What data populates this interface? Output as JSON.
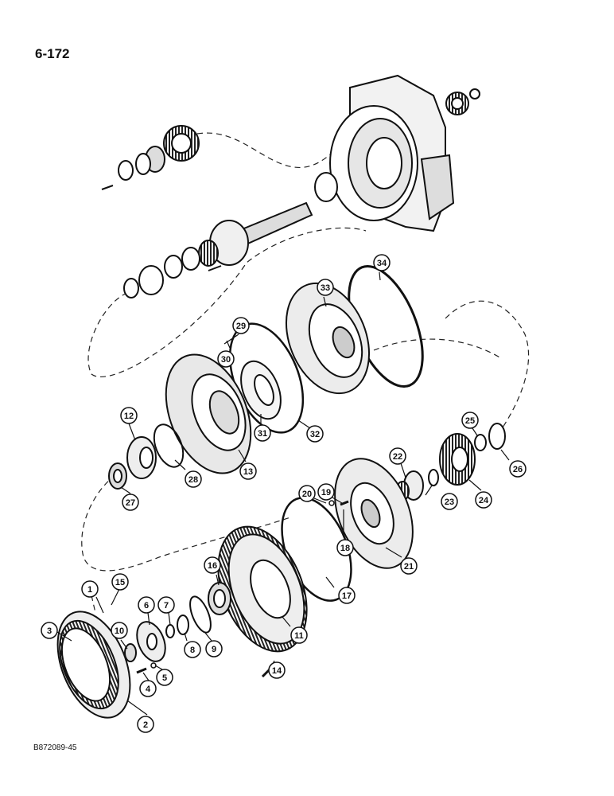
{
  "page_number": "6-172",
  "figure_code": "B872089-45",
  "callouts": [
    "1",
    "2",
    "3",
    "4",
    "5",
    "6",
    "7",
    "8",
    "9",
    "10",
    "11",
    "12",
    "13",
    "14",
    "15",
    "16",
    "17",
    "18",
    "19",
    "20",
    "21",
    "22",
    "23",
    "24",
    "25",
    "26",
    "27",
    "28",
    "29",
    "30",
    "31",
    "32",
    "33",
    "34"
  ]
}
